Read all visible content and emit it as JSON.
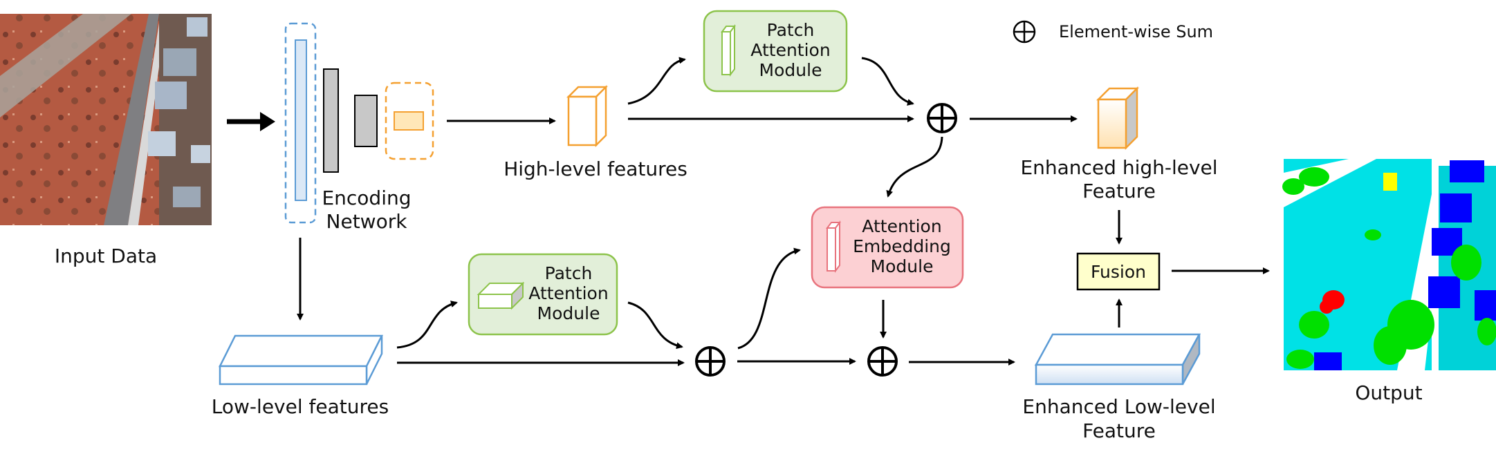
{
  "legend": {
    "symbol_label": "Element-wise Sum"
  },
  "labels": {
    "input": "Input Data",
    "encoding_line1": "Encoding",
    "encoding_line2": "Network",
    "high_level": "High-level features",
    "low_level": "Low-level features",
    "enh_high_line1": "Enhanced high-level",
    "enh_high_line2": "Feature",
    "enh_low_line1": "Enhanced Low-level",
    "enh_low_line2": "Feature",
    "output": "Output"
  },
  "modules": {
    "patch_top": {
      "lines": [
        "Patch",
        "Attention",
        "Module"
      ]
    },
    "patch_bottom": {
      "lines": [
        "Patch",
        "Attention",
        "Module"
      ]
    },
    "attention_embedding": {
      "lines": [
        "Attention",
        "Embedding",
        "Module"
      ]
    },
    "fusion": {
      "label": "Fusion"
    }
  },
  "colors": {
    "green_fill": "#e2efd9",
    "green_stroke": "#8cc34a",
    "red_fill": "#fcd0d3",
    "red_stroke": "#e8737d",
    "yellow_fill": "#ffffcc",
    "orange": "#f4a030",
    "blue": "#5b9bd5",
    "arrow": "#000000"
  }
}
